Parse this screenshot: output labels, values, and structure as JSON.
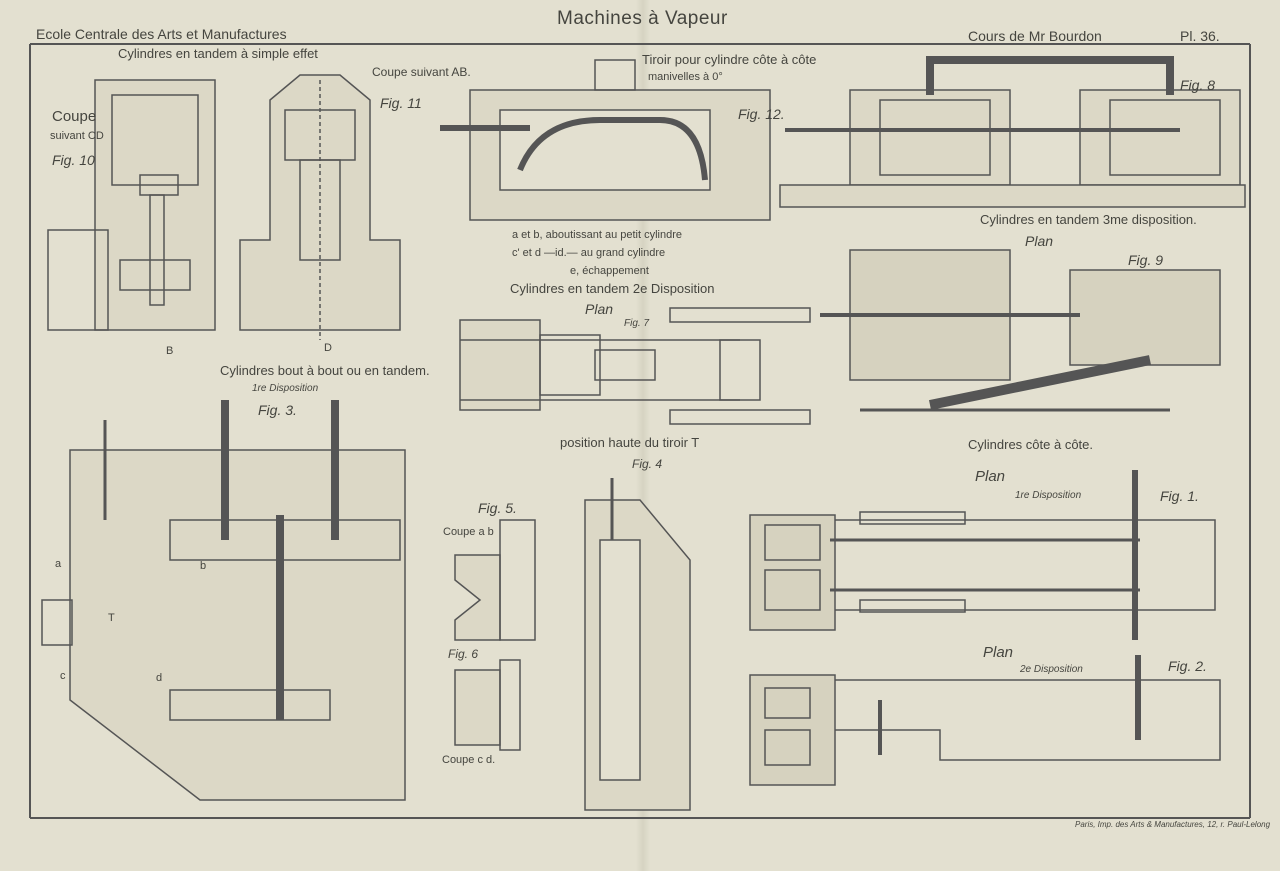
{
  "header": {
    "school": "Ecole Centrale des Arts et Manufactures",
    "title": "Machines à Vapeur",
    "course": "Cours de Mr Bourdon",
    "plate": "Pl. 36."
  },
  "fig10_11": {
    "title": "Cylindres en tandem à simple effet",
    "coupe_ab": "Coupe suivant AB.",
    "coupe_cd_1": "Coupe",
    "coupe_cd_2": "suivant CD",
    "fig10": "Fig. 10",
    "fig11": "Fig. 11",
    "label_b": "B",
    "label_d": "D"
  },
  "fig12": {
    "title_1": "Tiroir pour cylindre côte à côte",
    "title_2": "manivelles à 0°",
    "fig": "Fig. 12.",
    "legend": [
      "a et b, aboutissant au petit cylindre",
      "c' et d —id.— au grand cylindre",
      "e, échappement"
    ]
  },
  "fig7": {
    "title": "Cylindres en tandem 2e Disposition",
    "plan": "Plan",
    "fig": "Fig. 7"
  },
  "fig8": {
    "fig": "Fig. 8",
    "caption": "Cylindres en tandem 3me disposition.",
    "plan": "Plan"
  },
  "fig9": {
    "fig": "Fig. 9",
    "caption": "Cylindres côte à côte."
  },
  "fig3": {
    "title": "Cylindres bout à bout ou en tandem.",
    "sub": "1re Disposition",
    "fig": "Fig. 3.",
    "labels": [
      "a",
      "b",
      "c",
      "d",
      "T"
    ]
  },
  "fig4": {
    "title": "position haute du tiroir T",
    "fig": "Fig. 4"
  },
  "fig5": {
    "fig": "Fig. 5.",
    "coupe": "Coupe a b"
  },
  "fig6": {
    "fig": "Fig. 6",
    "coupe": "Coupe c d."
  },
  "fig1": {
    "plan": "Plan",
    "sub": "1re Disposition",
    "fig": "Fig. 1."
  },
  "fig2": {
    "plan": "Plan",
    "sub": "2e Disposition",
    "fig": "Fig. 2."
  },
  "footer": {
    "printer": "Paris, Imp. des Arts & Manufactures, 12, r. Paul-Lelong"
  }
}
